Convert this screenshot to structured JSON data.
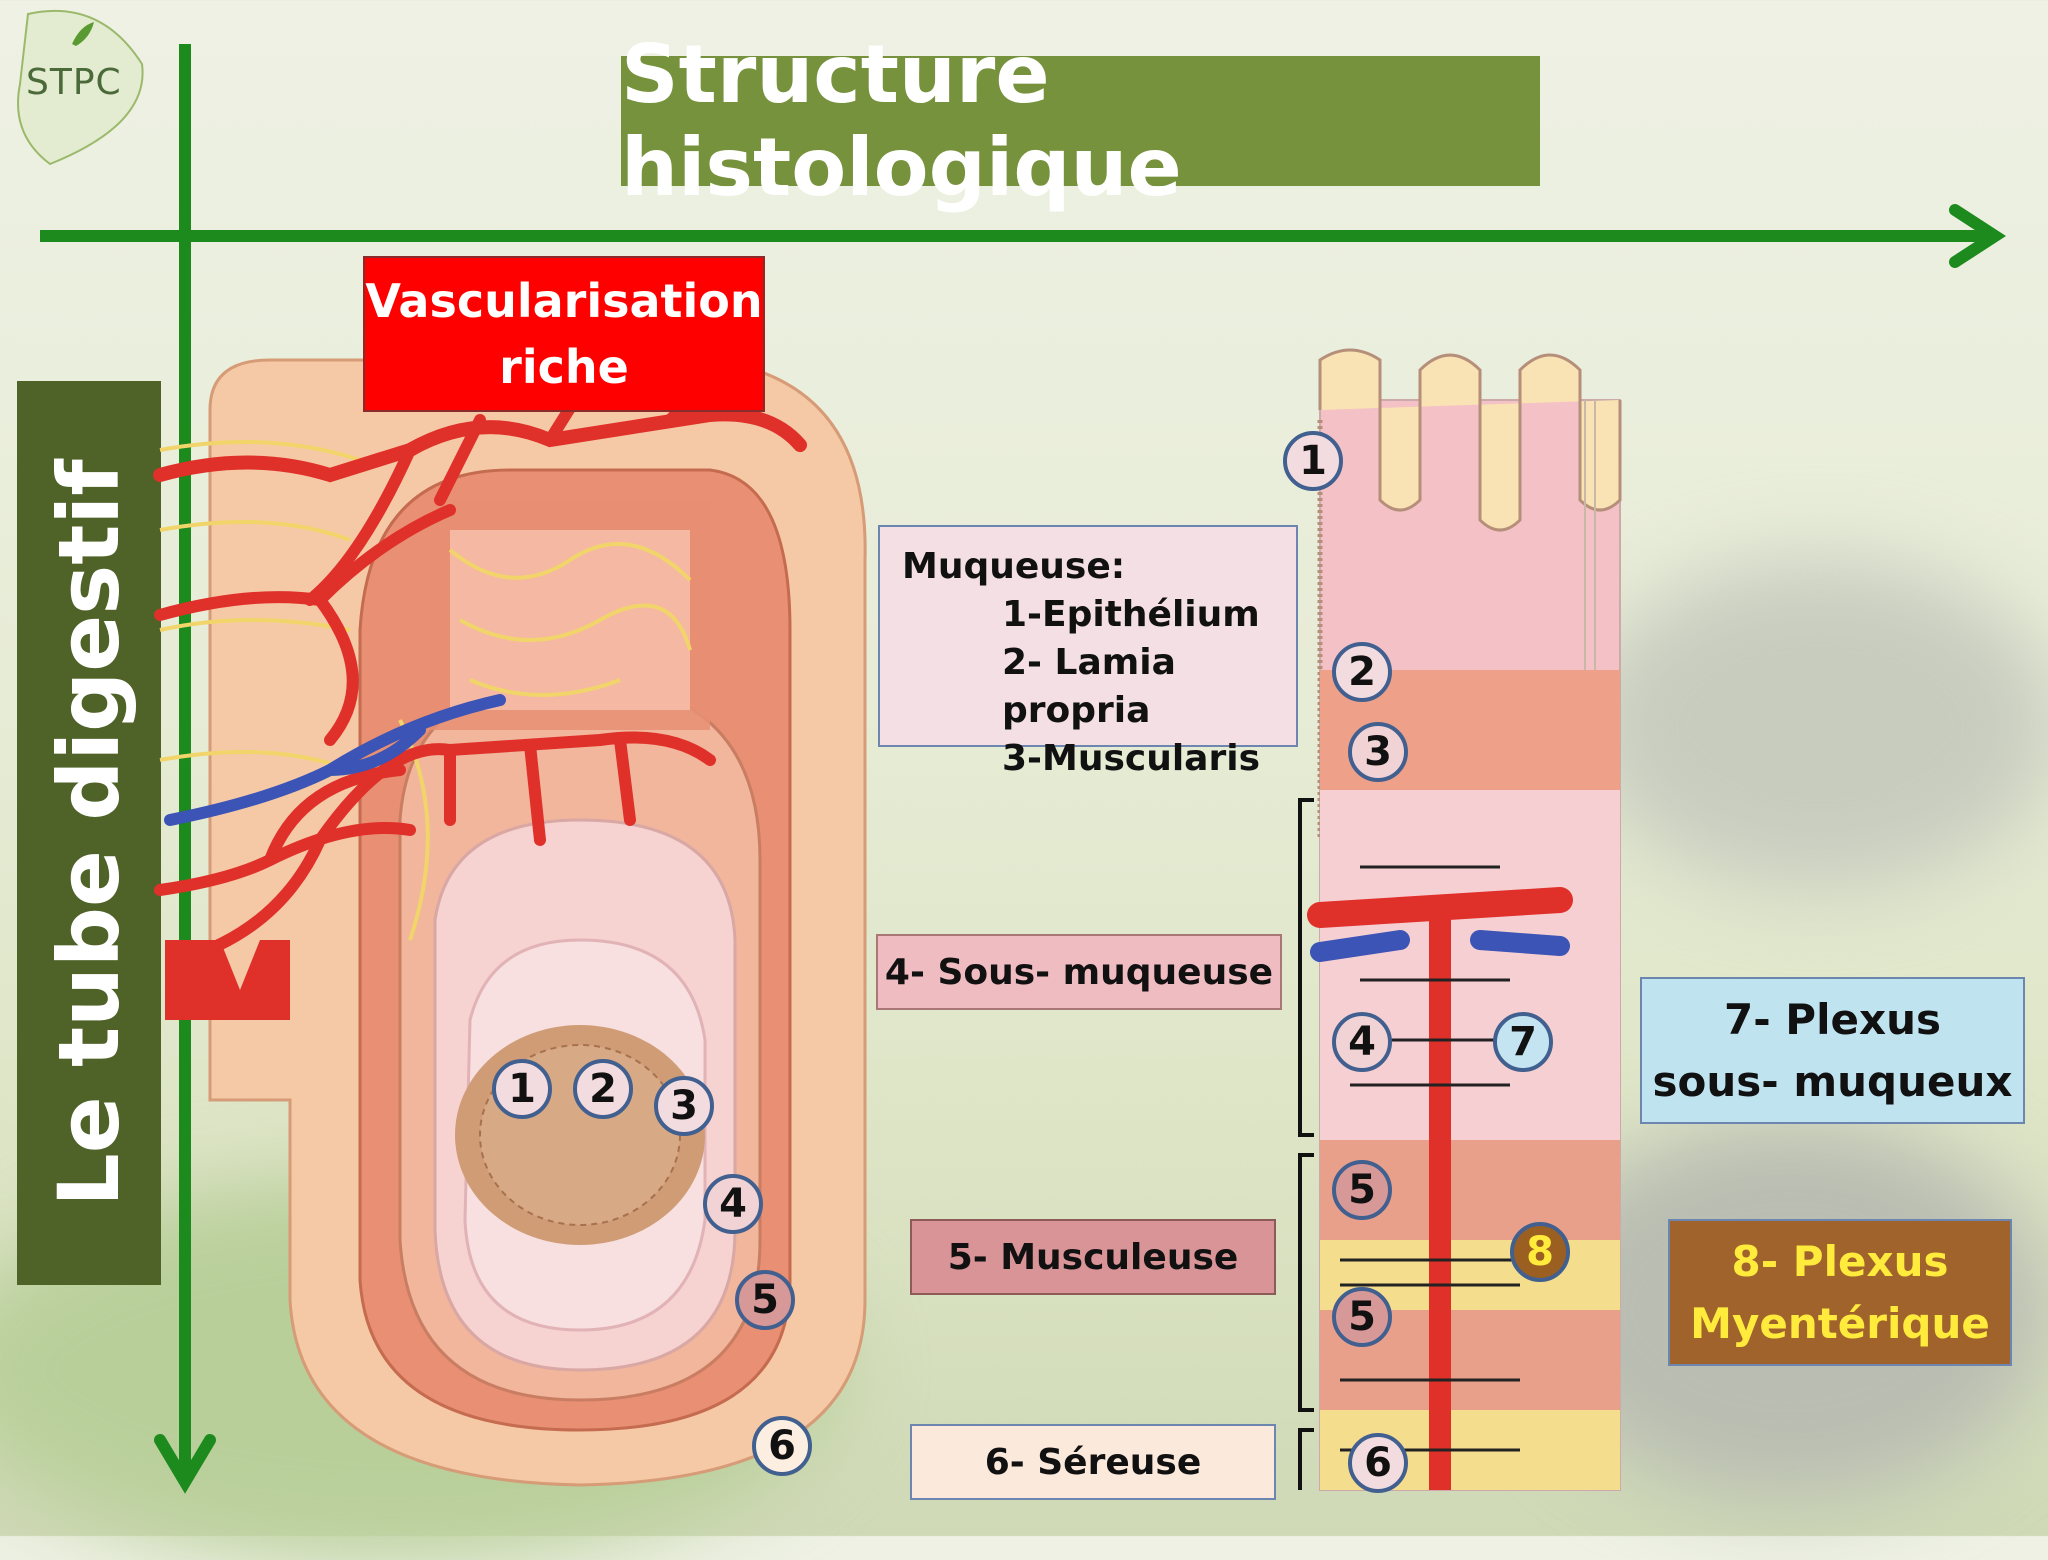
{
  "logo": {
    "text": "STPC"
  },
  "title": "Structure histologique",
  "side_label": "Le tube digestif",
  "vascularisation": {
    "line1": "Vascularisation",
    "line2": "riche"
  },
  "muqueuse": {
    "heading": "Muqueuse:",
    "items": [
      "1-Epithélium",
      "2- Lamia propria",
      "3-Muscularis"
    ]
  },
  "sous_muqueuse": "4- Sous- muqueuse",
  "musculeuse": "5- Musculeuse",
  "sereuse": "6- Séreuse",
  "plexus7": {
    "line1": "7- Plexus",
    "line2": "sous- muqueux"
  },
  "plexus8": {
    "line1": "8- Plexus",
    "line2": "Myentérique"
  },
  "left_markers": [
    "1",
    "2",
    "3",
    "4",
    "5",
    "6"
  ],
  "right_markers": [
    "1",
    "2",
    "3",
    "4",
    "7",
    "5",
    "8",
    "5",
    "6"
  ],
  "colors": {
    "axis": "#1d8a1d",
    "title_bg": "#77923c",
    "side_bg": "#4f6228",
    "vessel_red": "#e0302a",
    "vessel_blue": "#3b54b5"
  }
}
